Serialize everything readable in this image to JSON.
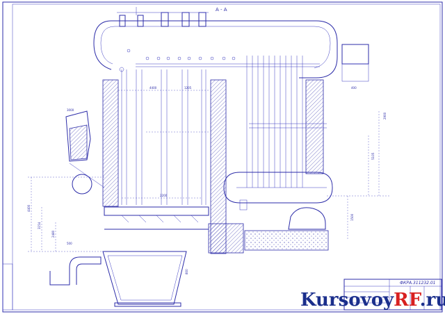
{
  "section_label": "А - А",
  "drawing_code": "ФКРА.311232.01",
  "watermark": {
    "part1": "Kursovoy",
    "part2": "RF",
    "part3": ".ru",
    "color1": "#1b2f8c",
    "color2": "#d82020"
  },
  "dimension_labels": [
    "2900",
    "5105",
    "4400",
    "3154",
    "2480",
    "4400",
    "1205",
    "2200",
    "3000",
    "1500",
    "500",
    "800",
    "400"
  ],
  "colors": {
    "line": "#2b2ba8",
    "paper": "#ffffff"
  }
}
